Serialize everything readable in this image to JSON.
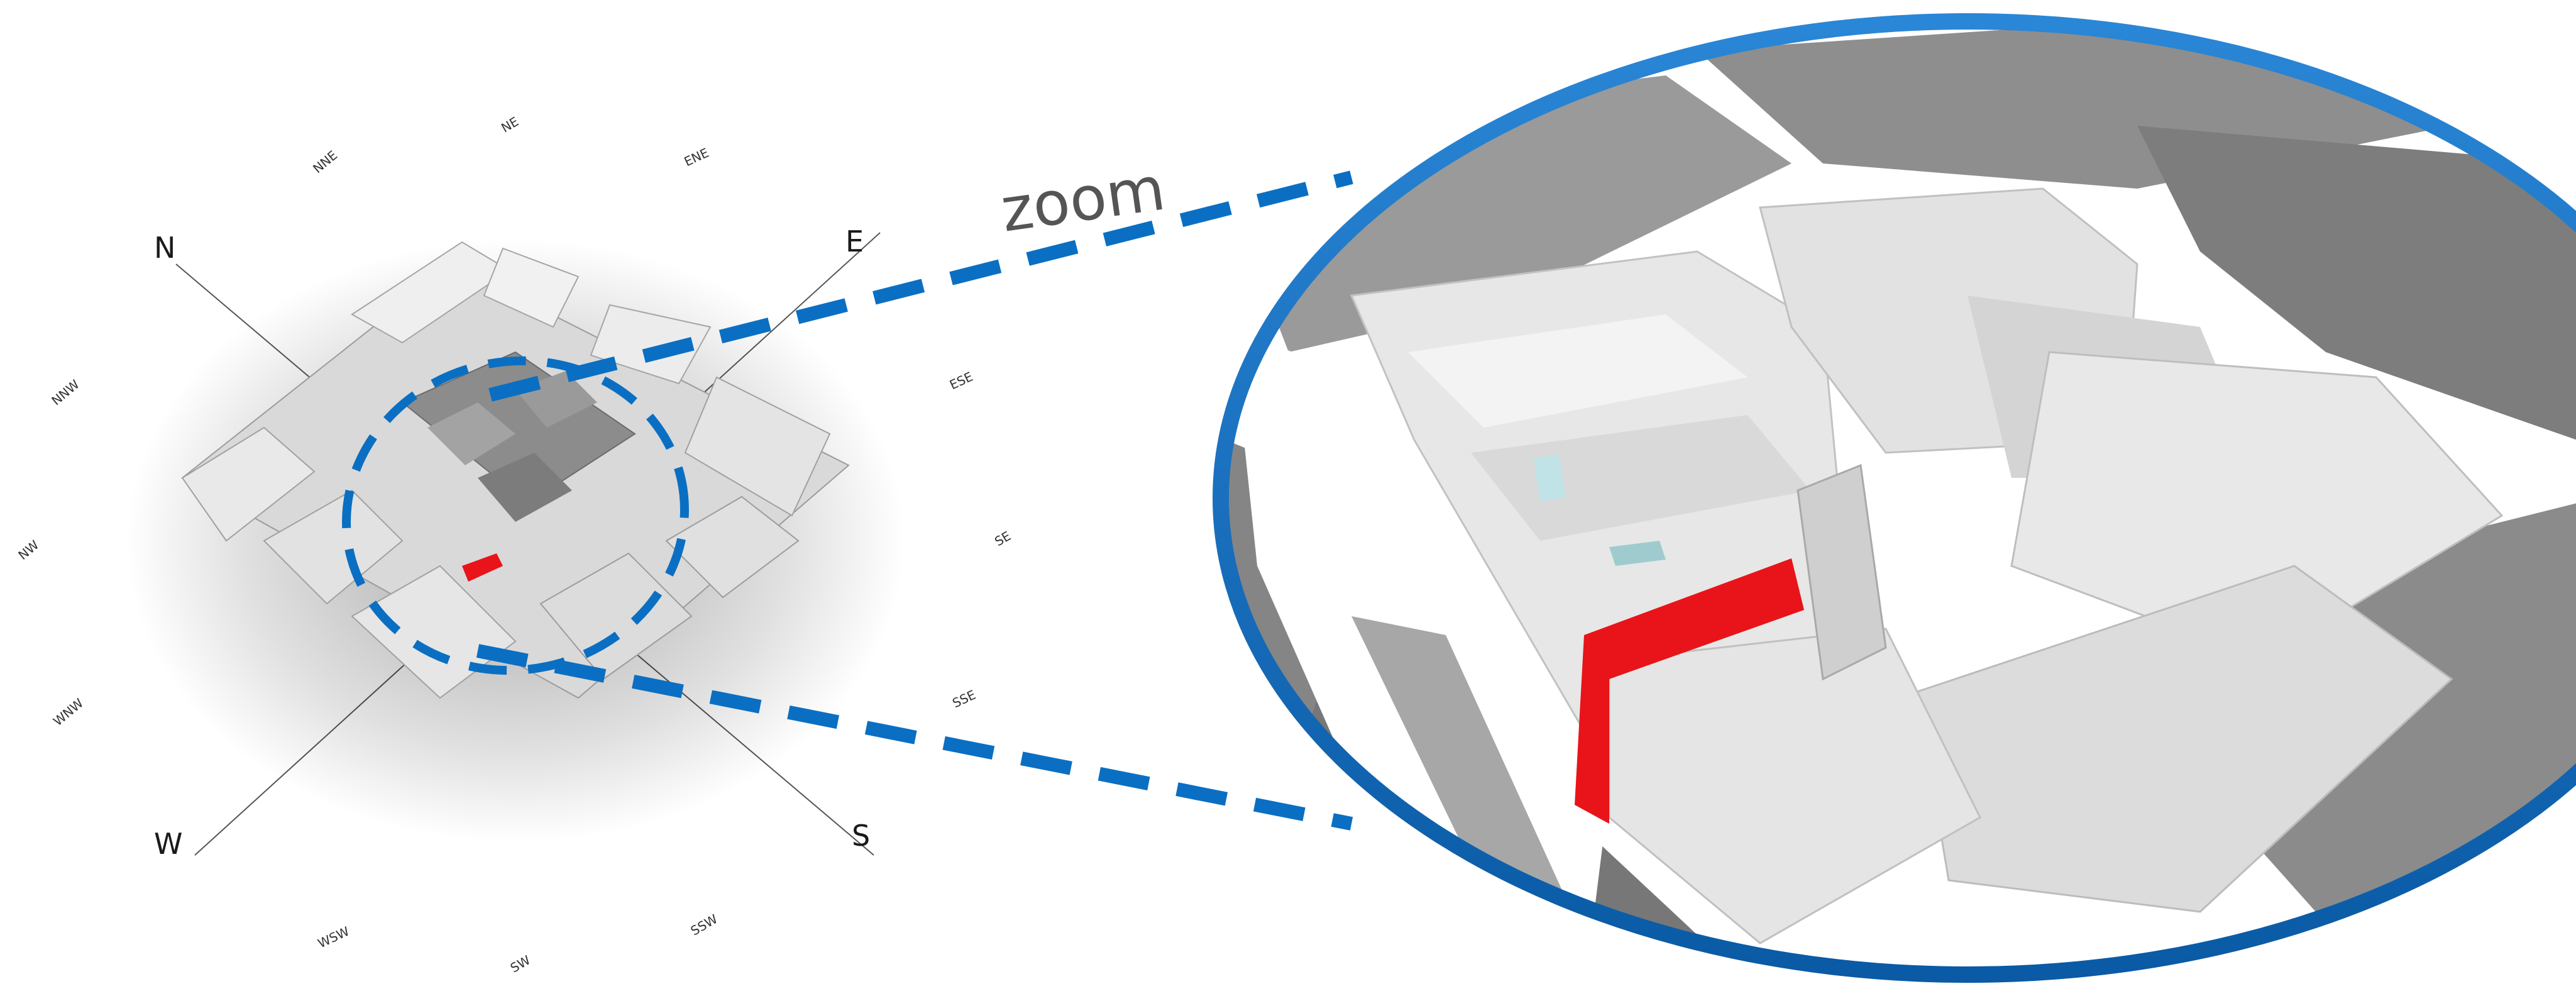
{
  "zoom_label": "zoom",
  "compass": {
    "cardinals": {
      "n": "N",
      "e": "E",
      "s": "S",
      "w": "W"
    },
    "intercardinals": {
      "nne": "NNE",
      "ne": "NE",
      "ene": "ENE",
      "ese": "ESE",
      "se": "SE",
      "sse": "SSE",
      "ssw": "SSW",
      "sw": "SW",
      "wsw": "WSW",
      "wnw": "WNW",
      "nw": "NW",
      "nnw": "NNW"
    }
  },
  "colors": {
    "accent_blue": "#0a6fc2",
    "highlight_red": "#e8141a",
    "building_light": "#e6e6e6",
    "building_mid": "#b9b9b9",
    "building_dark": "#8a8a8a",
    "ground": "#ffffff"
  },
  "icons": {
    "compass": "compass-rose-icon",
    "highlight": "target-building-marker"
  }
}
